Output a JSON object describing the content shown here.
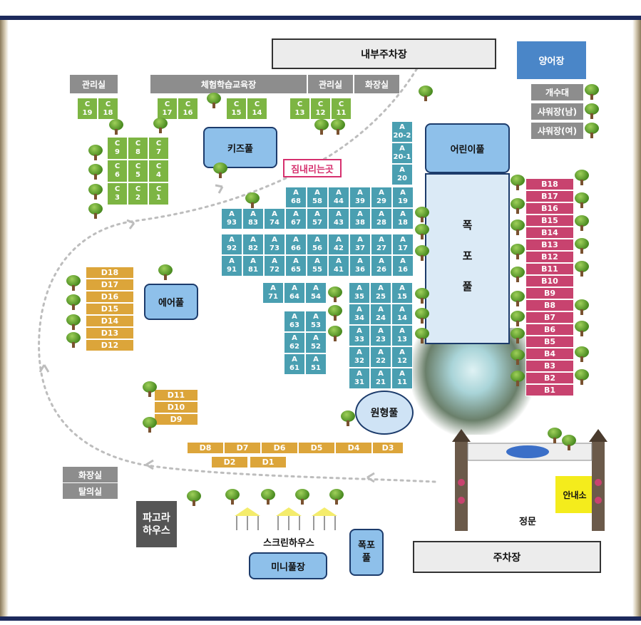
{
  "colors": {
    "c_zone": "#7db543",
    "a_zone": "#4a9fb1",
    "b_zone": "#c8436f",
    "d_zone": "#dca53a",
    "pool": "#8ec0ea",
    "frame": "#1d2a5c"
  },
  "facilities": {
    "inner_parking": "내부주차장",
    "fish_farm": "양어장",
    "sink": "개수대",
    "shower_m": "샤워장(남)",
    "shower_f": "샤워장(여)",
    "office1": "관리실",
    "experience_hall": "체험학습교육장",
    "office2": "관리실",
    "toilet_top": "화장실",
    "kids_pool": "키즈풀",
    "luggage": "짐내리는곳",
    "children_pool": "어린이풀",
    "waterfall_pool_chars": [
      "폭",
      "포",
      "풀"
    ],
    "air_pool": "에어풀",
    "round_pool": "원형풀",
    "toilet_bottom": "화장실",
    "dehydration": "탈의실",
    "pergola_house": "파고라\n하우스",
    "screen_house": "스크린하우스",
    "mini_pool": "미니풀장",
    "waterfall_small": "폭포\n풀",
    "info": "안내소",
    "main_gate": "정문",
    "parking": "주차장"
  },
  "zones": {
    "c": [
      "C\n19",
      "C\n18",
      "C\n17",
      "C\n16",
      "C\n15",
      "C\n14",
      "C\n13",
      "C\n12",
      "C\n11",
      "C\n9",
      "C\n8",
      "C\n7",
      "C\n6",
      "C\n5",
      "C\n4",
      "C\n3",
      "C\n2",
      "C\n1"
    ],
    "a": [
      "A\n20-2",
      "A\n20-1",
      "A\n20",
      "A\n68",
      "A\n58",
      "A\n44",
      "A\n39",
      "A\n29",
      "A\n19",
      "A\n93",
      "A\n83",
      "A\n74",
      "A\n67",
      "A\n57",
      "A\n43",
      "A\n38",
      "A\n28",
      "A\n18",
      "A\n92",
      "A\n82",
      "A\n73",
      "A\n66",
      "A\n56",
      "A\n42",
      "A\n37",
      "A\n27",
      "A\n17",
      "A\n91",
      "A\n81",
      "A\n72",
      "A\n65",
      "A\n55",
      "A\n41",
      "A\n36",
      "A\n26",
      "A\n16",
      "A\n71",
      "A\n64",
      "A\n54",
      "A\n35",
      "A\n25",
      "A\n15",
      "A\n63",
      "A\n53",
      "A\n34",
      "A\n24",
      "A\n14",
      "A\n62",
      "A\n52",
      "A\n33",
      "A\n23",
      "A\n13",
      "A\n61",
      "A\n51",
      "A\n32",
      "A\n22",
      "A\n12",
      "A\n31",
      "A\n21",
      "A\n11"
    ],
    "b": [
      "B18",
      "B17",
      "B16",
      "B15",
      "B14",
      "B13",
      "B12",
      "B11",
      "B10",
      "B9",
      "B8",
      "B7",
      "B6",
      "B5",
      "B4",
      "B3",
      "B2",
      "B1"
    ],
    "d": [
      "D18",
      "D17",
      "D16",
      "D15",
      "D14",
      "D13",
      "D12",
      "D11",
      "D10",
      "D9",
      "D8",
      "D7",
      "D6",
      "D5",
      "D4",
      "D3",
      "D2",
      "D1"
    ]
  }
}
